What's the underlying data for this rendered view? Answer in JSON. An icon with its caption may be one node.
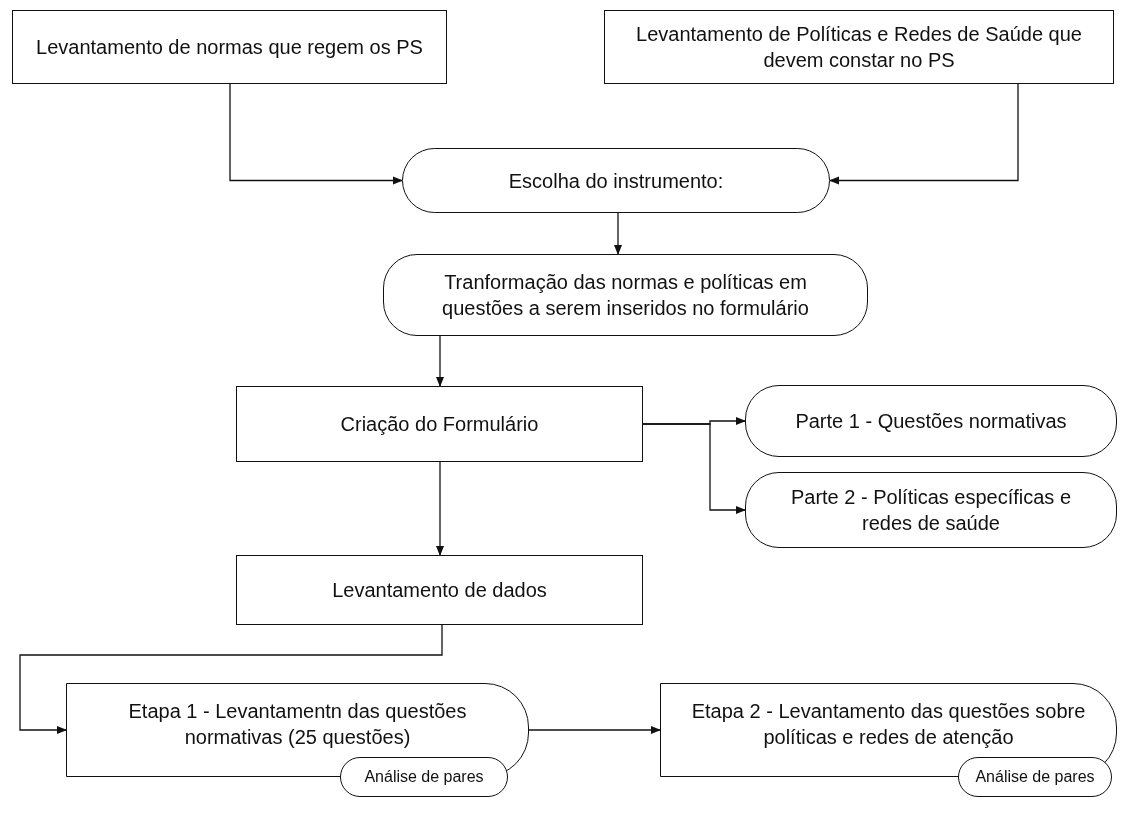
{
  "diagram": {
    "nodes": [
      {
        "text": [
          "Levantamento de normas que regem os PS"
        ]
      },
      {
        "text": [
          "Levantamento de Políticas e Redes de Saúde que devem constar no PS"
        ]
      },
      {
        "text": [
          "Escolha do instrumento:"
        ]
      },
      {
        "text": [
          "Tranformação das normas e políticas em questões a serem inseridos no formulário"
        ]
      },
      {
        "text": [
          "Criação do Formulário"
        ]
      },
      {
        "text": [
          "Parte 1 - Questões normativas"
        ]
      },
      {
        "text": [
          "Parte 2 - Políticas específicas e redes de saúde"
        ]
      },
      {
        "text": [
          "Levantamento de dados"
        ]
      },
      {
        "text": [
          "Etapa 1 - Levantamentn das questões normativas (25 questões)"
        ]
      },
      {
        "text": [
          "Análise de pares"
        ]
      },
      {
        "text": [
          "Etapa 2 - Levantamento das questões sobre políticas e redes de atenção"
        ]
      },
      {
        "text": [
          "Análise de pares"
        ]
      }
    ],
    "edges": [
      {
        "from": 0,
        "to": 2,
        "arrow": "to"
      },
      {
        "from": 1,
        "to": 2,
        "arrow": "to"
      },
      {
        "from": 2,
        "to": 3,
        "arrow": "to"
      },
      {
        "from": 3,
        "to": 4,
        "arrow": "to"
      },
      {
        "from": 4,
        "to": 5,
        "arrow": "to"
      },
      {
        "from": 4,
        "to": 6,
        "arrow": "to"
      },
      {
        "from": 4,
        "to": 7,
        "arrow": "to"
      },
      {
        "from": 7,
        "to": 8,
        "arrow": "to"
      },
      {
        "from": 8,
        "to": 10,
        "arrow": "to"
      }
    ]
  }
}
